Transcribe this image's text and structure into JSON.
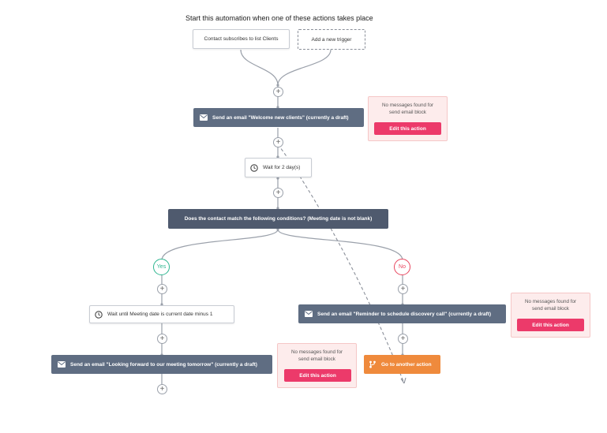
{
  "header": {
    "title": "Start this automation when one of these actions takes place"
  },
  "triggers": [
    {
      "label": "Contact subscribes to list Clients"
    },
    {
      "label": "Add a new trigger"
    }
  ],
  "steps": {
    "email_welcome": "Send an email \"Welcome new clients\" (currently a draft)",
    "wait_days": "Wait for 2 day(s)",
    "condition": "Does the contact match the following conditions? (Meeting date is not blank)",
    "wait_until": "Wait until Meeting date is current date minus 1",
    "email_looking_forward": "Send an email \"Looking forward to our meeting tomorrow\" (currently a draft)",
    "email_reminder": "Send an email \"Reminder to schedule discovery call\" (currently a draft)",
    "goto_action": "Go to another action"
  },
  "branches": {
    "yes": "Yes",
    "no": "No"
  },
  "warnings": {
    "message_line1": "No messages found for",
    "message_line2": "send email block",
    "edit_label": "Edit this action"
  },
  "plus_symbol": "+",
  "colors": {
    "step_dark": "#5f6d82",
    "condition_dark": "#4f5a6e",
    "accent_pink": "#ec3a6a",
    "goto_orange": "#ef8a3c",
    "yes_green": "#2cb58f",
    "no_red": "#e8455e",
    "warning_bg": "#fdecec"
  },
  "icons": {
    "email": "envelope-icon",
    "wait": "clock-icon",
    "goto": "branch-icon"
  }
}
